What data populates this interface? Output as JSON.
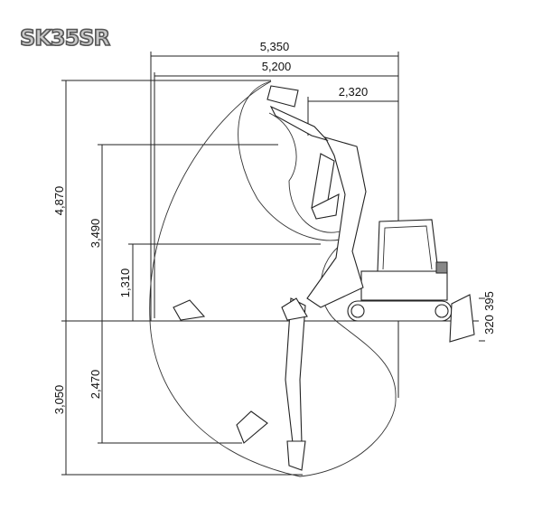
{
  "model": "SK35SR",
  "dimensions": {
    "max_reach_ground": "5,350",
    "max_reach": "5,200",
    "min_swing_radius": "2,320",
    "max_dig_height": "4,870",
    "max_dump_height": "3,490",
    "min_dump_height": "1,310",
    "max_dig_depth": "3,050",
    "vertical_wall_depth": "2,470",
    "blade_lift": "320",
    "blade_depth": "395"
  }
}
